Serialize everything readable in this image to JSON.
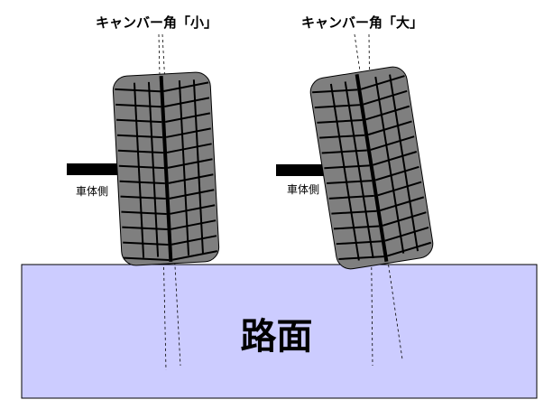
{
  "labels": {
    "left_title": "キャンバー角「小」",
    "right_title": "キャンバー角「大」",
    "vehicle_side_left": "車体側",
    "vehicle_side_right": "車体側",
    "road": "路面"
  },
  "colors": {
    "road_fill": "#ccccff",
    "tire_fill": "#7f7f7f",
    "tread": "#000000",
    "axle": "#000000"
  },
  "tires": [
    {
      "label": "キャンバー角「小」",
      "tilt_deg": -3
    },
    {
      "label": "キャンバー角「大」",
      "tilt_deg": -9
    }
  ]
}
